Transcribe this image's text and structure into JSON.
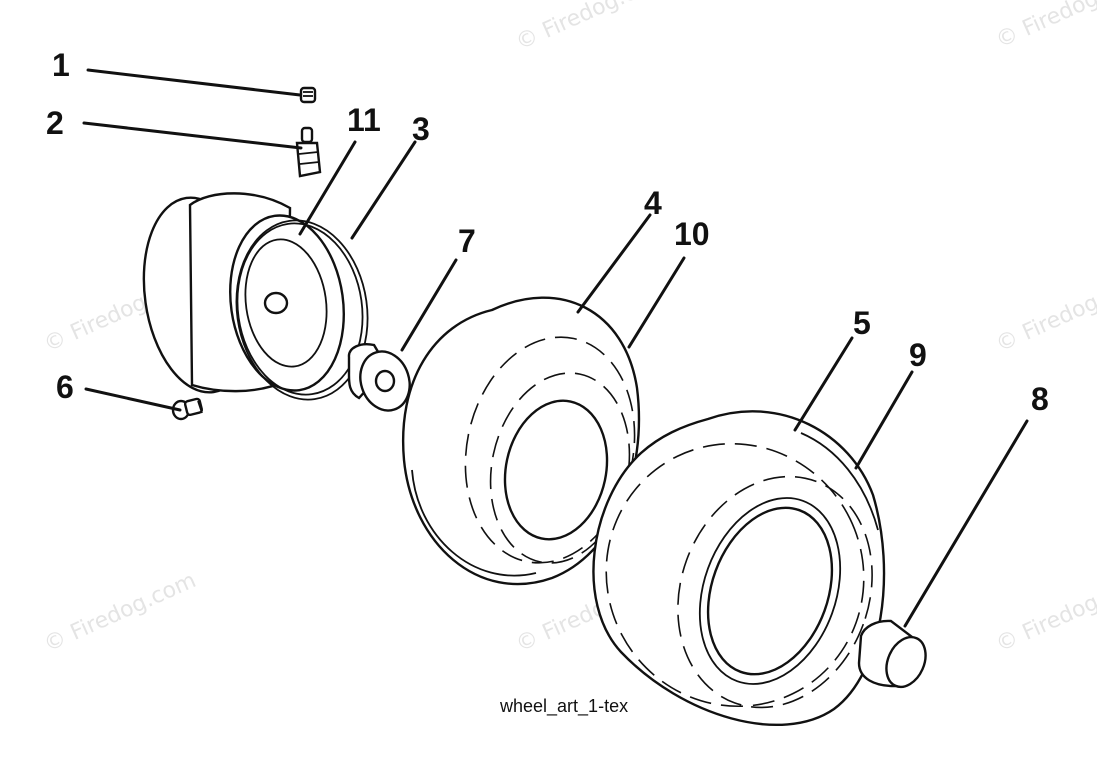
{
  "diagram": {
    "caption": "wheel_art_1-tex",
    "watermark_text": "© Firedog.com",
    "callouts": [
      {
        "id": "1",
        "label": "1"
      },
      {
        "id": "2",
        "label": "2"
      },
      {
        "id": "3",
        "label": "3"
      },
      {
        "id": "4",
        "label": "4"
      },
      {
        "id": "5",
        "label": "5"
      },
      {
        "id": "6",
        "label": "6"
      },
      {
        "id": "7",
        "label": "7"
      },
      {
        "id": "8",
        "label": "8"
      },
      {
        "id": "9",
        "label": "9"
      },
      {
        "id": "10",
        "label": "10"
      },
      {
        "id": "11",
        "label": "11"
      }
    ]
  }
}
